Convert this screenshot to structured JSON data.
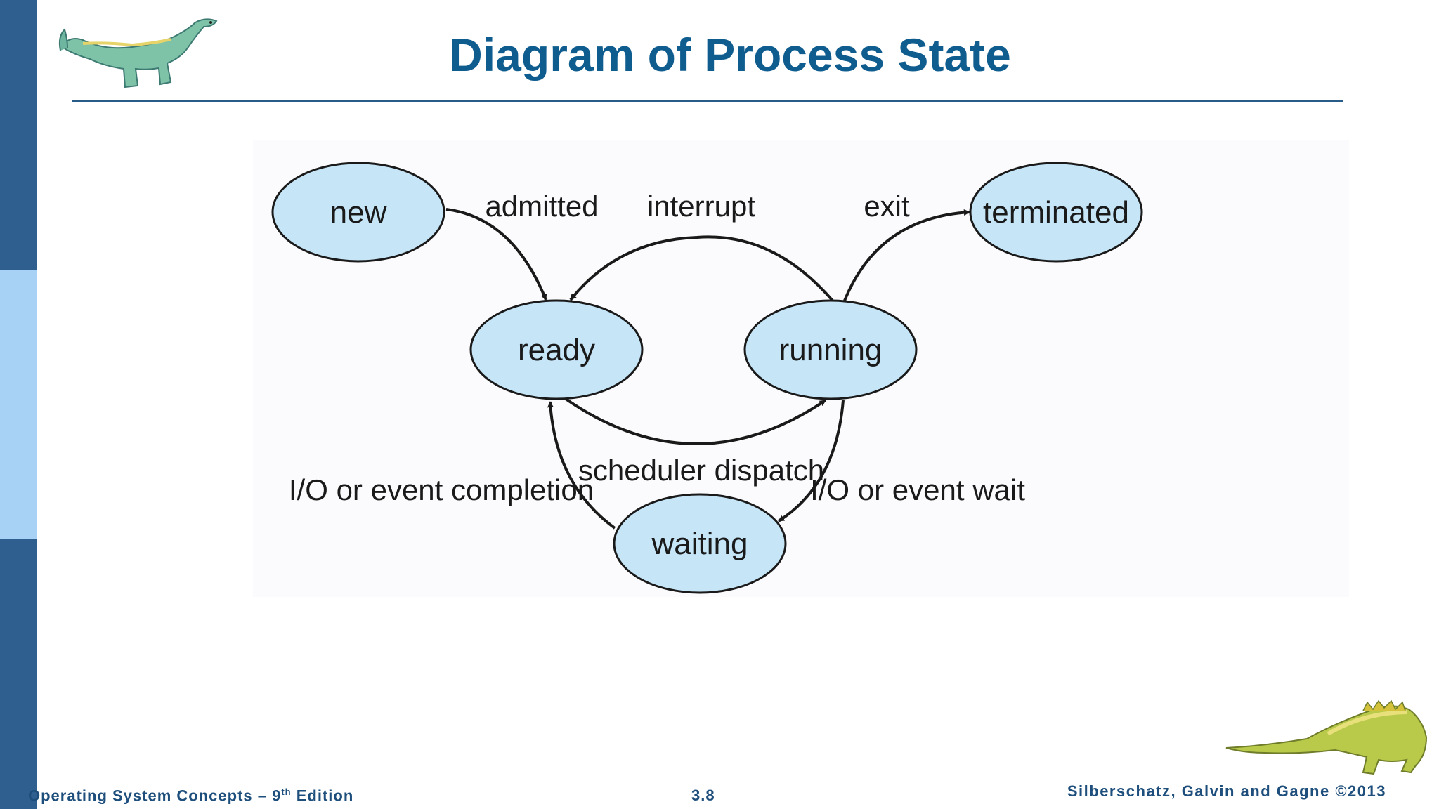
{
  "slide": {
    "title": "Diagram of Process State"
  },
  "diagram": {
    "nodes": {
      "new": "new",
      "ready": "ready",
      "running": "running",
      "waiting": "waiting",
      "terminated": "terminated"
    },
    "edges": {
      "admitted": "admitted",
      "interrupt": "interrupt",
      "exit": "exit",
      "scheduler_dispatch": "scheduler dispatch",
      "io_event_completion": "I/O or event completion",
      "io_event_wait": "I/O or event wait"
    },
    "colors": {
      "node_fill": "#c6e6f8",
      "node_stroke": "#1a1a1a",
      "title": "#0f5c8f",
      "sidebar_dark": "#2f5f8e",
      "sidebar_light": "#a8d2f5"
    }
  },
  "footer": {
    "left_prefix": "Operating System Concepts – 9",
    "left_sup": "th",
    "left_suffix": " Edition",
    "page_number": "3.8",
    "right": "Silberschatz, Galvin and Gagne ©2013"
  }
}
